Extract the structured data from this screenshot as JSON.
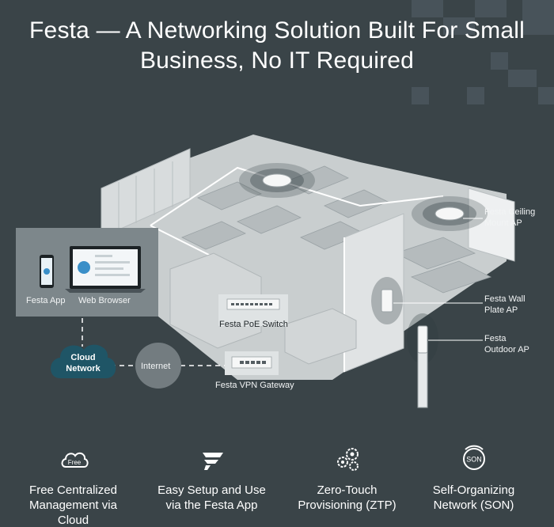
{
  "header": {
    "title_line1": "Festa — A Networking Solution Built For Small",
    "title_line2": "Business, No IT Required"
  },
  "diagram": {
    "clients": {
      "app_label": "Festa App",
      "browser_label": "Web Browser"
    },
    "cloud_label_line1": "Cloud",
    "cloud_label_line2": "Network",
    "internet_label": "Internet",
    "poe_switch_label": "Festa PoE Switch",
    "vpn_gateway_label": "Festa VPN Gateway",
    "ceiling_ap_line1": "Festa Ceiling",
    "ceiling_ap_line2": "Mount AP",
    "wall_ap_line1": "Festa Wall",
    "wall_ap_line2": "Plate AP",
    "outdoor_ap_line1": "Festa",
    "outdoor_ap_line2": "Outdoor AP"
  },
  "features": [
    {
      "icon": "free-cloud-icon",
      "icon_text": "Free",
      "line1": "Free Centralized",
      "line2": "Management via",
      "line3": "Cloud"
    },
    {
      "icon": "festa-logo-icon",
      "line1": "Easy Setup and Use",
      "line2": "via the Festa App"
    },
    {
      "icon": "gears-icon",
      "line1": "Zero-Touch",
      "line2": "Provisioning (ZTP)"
    },
    {
      "icon": "son-icon",
      "icon_text": "SON",
      "line1": "Self-Organizing",
      "line2": "Network (SON)"
    }
  ],
  "colors": {
    "background": "#3a4448",
    "cloud_fill": "#1f5566",
    "text": "#ffffff"
  }
}
